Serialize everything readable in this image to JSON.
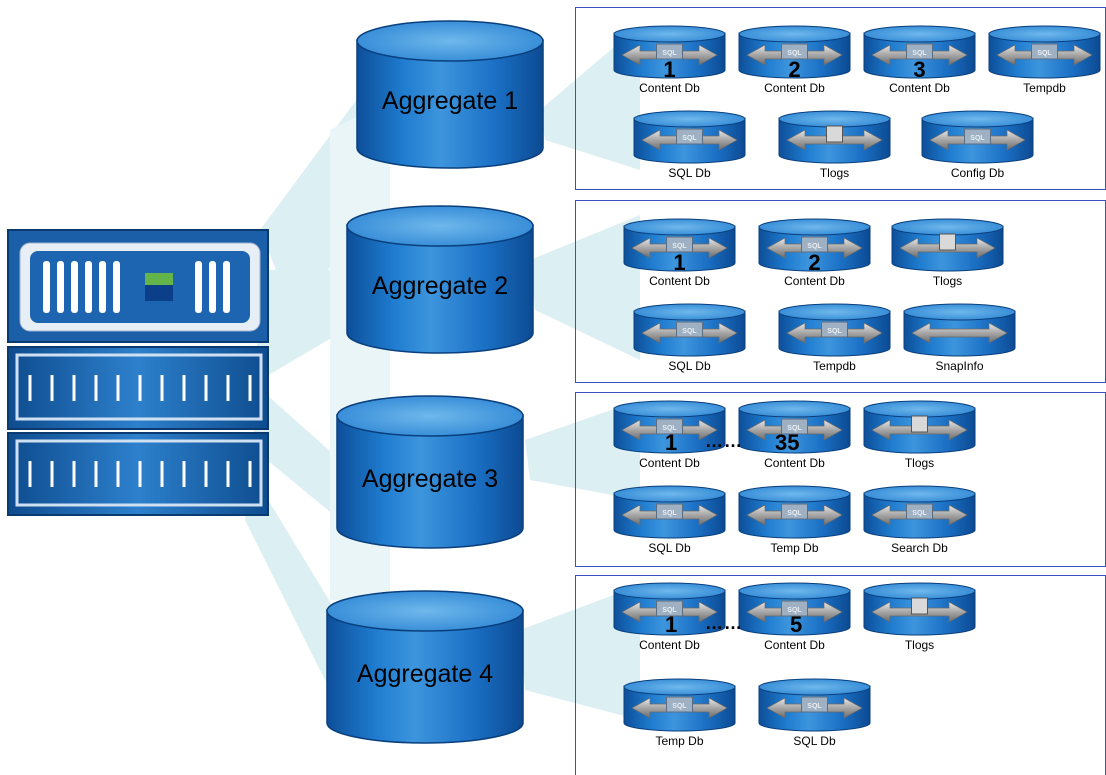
{
  "aggregates": [
    {
      "label": "Aggregate 1",
      "volumes_row1": [
        {
          "label": "Content Db",
          "num": "1",
          "icon": "sql-arrow-icon"
        },
        {
          "label": "Content Db",
          "num": "2",
          "icon": "sql-arrow-icon"
        },
        {
          "label": "Content Db",
          "num": "3",
          "icon": "sql-arrow-icon"
        },
        {
          "label": "Tempdb",
          "num": "",
          "icon": "sql-arrow-icon"
        }
      ],
      "volumes_row2": [
        {
          "label": "SQL Db",
          "icon": "sql-arrow-icon"
        },
        {
          "label": "Tlogs",
          "icon": "log-arrow-icon"
        },
        {
          "label": "Config Db",
          "icon": "sql-arrow-icon"
        }
      ]
    },
    {
      "label": "Aggregate 2",
      "volumes_row1": [
        {
          "label": "Content Db",
          "num": "1",
          "icon": "sql-arrow-icon"
        },
        {
          "label": "Content Db",
          "num": "2",
          "icon": "sql-arrow-icon"
        },
        {
          "label": "Tlogs",
          "num": "",
          "icon": "log-arrow-icon"
        }
      ],
      "volumes_row2": [
        {
          "label": "SQL Db",
          "icon": "sql-arrow-icon"
        },
        {
          "label": "Tempdb",
          "icon": "sql-arrow-icon"
        },
        {
          "label": "SnapInfo",
          "icon": "arrow-icon"
        }
      ]
    },
    {
      "label": "Aggregate 3",
      "range": {
        "from": "1",
        "dots": "……",
        "to": "35"
      },
      "volumes_row1": [
        {
          "label": "Content Db",
          "icon": "sql-arrow-icon"
        },
        {
          "label": "Content Db",
          "icon": "sql-arrow-icon"
        },
        {
          "label": "Tlogs",
          "icon": "log-arrow-icon"
        }
      ],
      "volumes_row2": [
        {
          "label": "SQL Db",
          "icon": "sql-arrow-icon"
        },
        {
          "label": "Temp Db",
          "icon": "sql-arrow-icon"
        },
        {
          "label": "Search Db",
          "icon": "sql-arrow-icon"
        }
      ]
    },
    {
      "label": "Aggregate 4",
      "range": {
        "from": "1",
        "dots": "……",
        "to": "5"
      },
      "volumes_row1": [
        {
          "label": "Content Db",
          "icon": "sql-arrow-icon"
        },
        {
          "label": "Content Db",
          "icon": "sql-arrow-icon"
        },
        {
          "label": "Tlogs",
          "icon": "log-arrow-icon"
        }
      ],
      "volumes_row2": [
        {
          "label": "Temp Db",
          "icon": "sql-arrow-icon"
        },
        {
          "label": "SQL Db",
          "icon": "sql-arrow-icon"
        }
      ]
    }
  ],
  "colors": {
    "cylinder_body": "#1a6fc4",
    "cylinder_top": "#4a9ee0",
    "panel_border": "#3a4fc0",
    "beam": "#dceff2",
    "storage_dark": "#14508f",
    "storage_light": "#5aa6e0"
  }
}
